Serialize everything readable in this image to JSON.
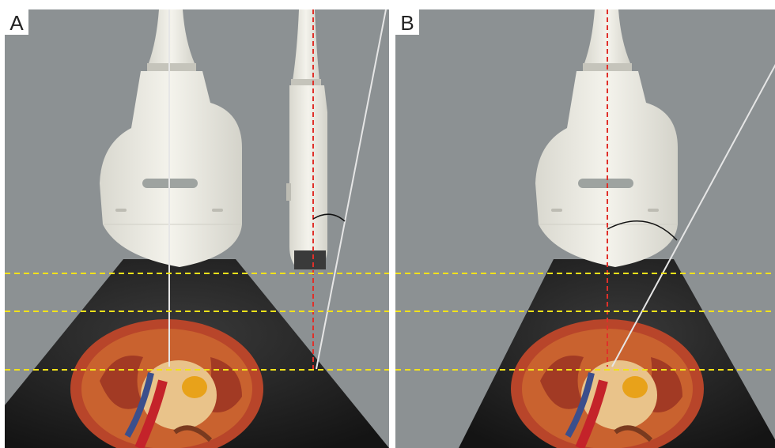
{
  "panels": [
    {
      "label": "A",
      "view": "out-of-plane"
    },
    {
      "label": "B",
      "view": "in-plane"
    }
  ],
  "colors": {
    "background": "#8c9193",
    "guide_line": "#f2e21a",
    "axis_line": "#e0302a",
    "needle": "#e6e6e6",
    "ultrasound_sector": "#1e1e1e",
    "probe": "#ecebe3",
    "kidney_cortex": "#b8452a",
    "kidney_medulla": "#c9622f",
    "pelvis": "#e9c38a"
  }
}
